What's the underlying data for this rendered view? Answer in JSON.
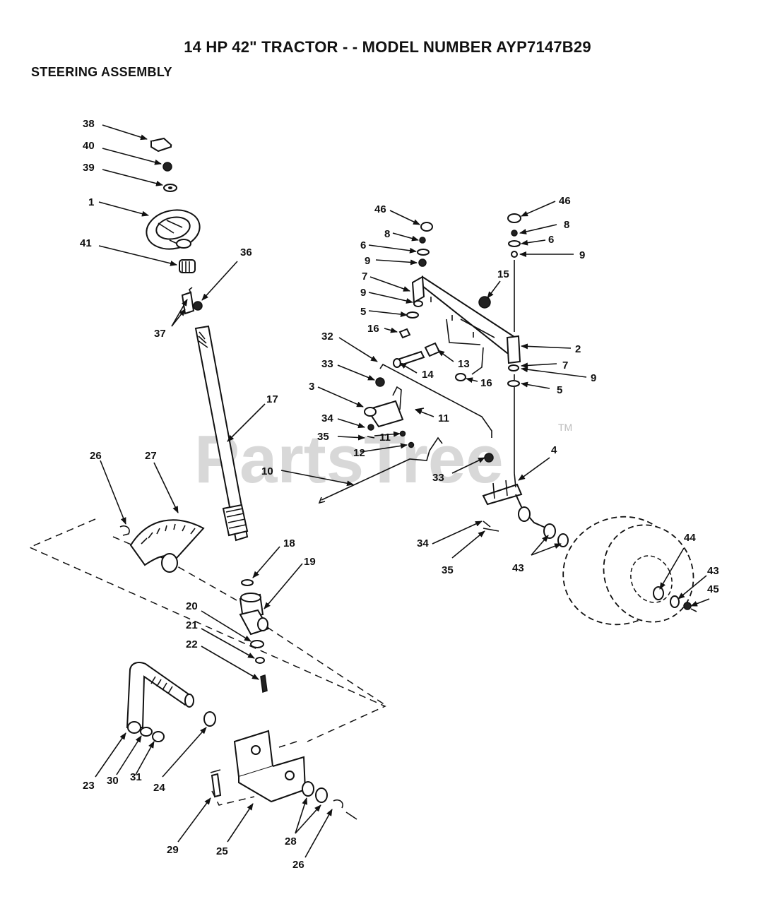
{
  "header": {
    "title": "14 HP 42\" TRACTOR - - MODEL NUMBER AYP7147B29",
    "subtitle": "STEERING ASSEMBLY"
  },
  "watermark": {
    "text": "PartsTree",
    "tm": "TM"
  },
  "callouts": {
    "c38": "38",
    "c40": "40",
    "c39": "39",
    "c1": "1",
    "c41": "41",
    "c36": "36",
    "c37": "37",
    "c17": "17",
    "c26a": "26",
    "c27": "27",
    "c18": "18",
    "c19": "19",
    "c20": "20",
    "c21": "21",
    "c22": "22",
    "c23": "23",
    "c30": "30",
    "c31": "31",
    "c24": "24",
    "c29": "29",
    "c25": "25",
    "c28": "28",
    "c26b": "26",
    "c46a": "46",
    "c8a": "8",
    "c6a": "6",
    "c9a": "9",
    "c7a": "7",
    "c9b": "9",
    "c5a": "5",
    "c16a": "16",
    "c32": "32",
    "c33a": "33",
    "c3": "3",
    "c34a": "34",
    "c35a": "35",
    "c11a": "11",
    "c11b": "11",
    "c12": "12",
    "c10": "10",
    "c14": "14",
    "c13": "13",
    "c16b": "16",
    "c15": "15",
    "c46b": "46",
    "c8b": "8",
    "c6b": "6",
    "c9c": "9",
    "c2": "2",
    "c7b": "7",
    "c9d": "9",
    "c5b": "5",
    "c4": "4",
    "c33b": "33",
    "c34b": "34",
    "c35b": "35",
    "c43a": "43",
    "c44": "44",
    "c43b": "43",
    "c45": "45"
  }
}
